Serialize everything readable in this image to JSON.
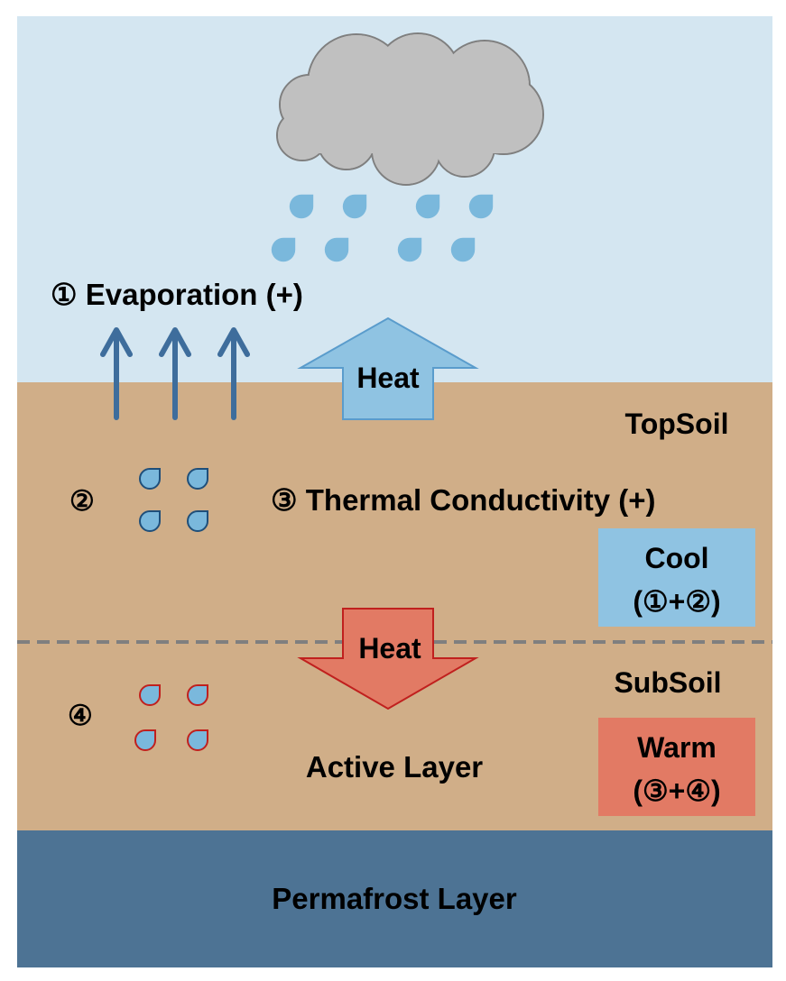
{
  "colors": {
    "sky": "#d4e6f1",
    "soil": "#d0ae88",
    "permafrost": "#4d7394",
    "cloud": "#c0c0c0",
    "water_drop": "#7ab8dc",
    "arrow_blue": "#3e6d9c",
    "heat_up": "#8fc3e2",
    "heat_down": "#e27a64",
    "cool_box": "#8fc3e2",
    "warm_box": "#e27a64",
    "drop_outline_topsoil": "#1f4f7a",
    "drop_outline_subsoil": "#c0201e",
    "dashed_line": "#7f7f7f"
  },
  "labels": {
    "evaporation": "① Evaporation (+)",
    "heat_up": "Heat",
    "topsoil": "TopSoil",
    "marker_2": "②",
    "thermal_conductivity": "③ Thermal Conductivity (+)",
    "cool_line1": "Cool",
    "cool_line2": "(①+②)",
    "heat_down": "Heat",
    "subsoil": "SubSoil",
    "marker_4": "④",
    "active_layer": "Active Layer",
    "warm_line1": "Warm",
    "warm_line2": "(③+④)",
    "permafrost": "Permafrost Layer"
  }
}
